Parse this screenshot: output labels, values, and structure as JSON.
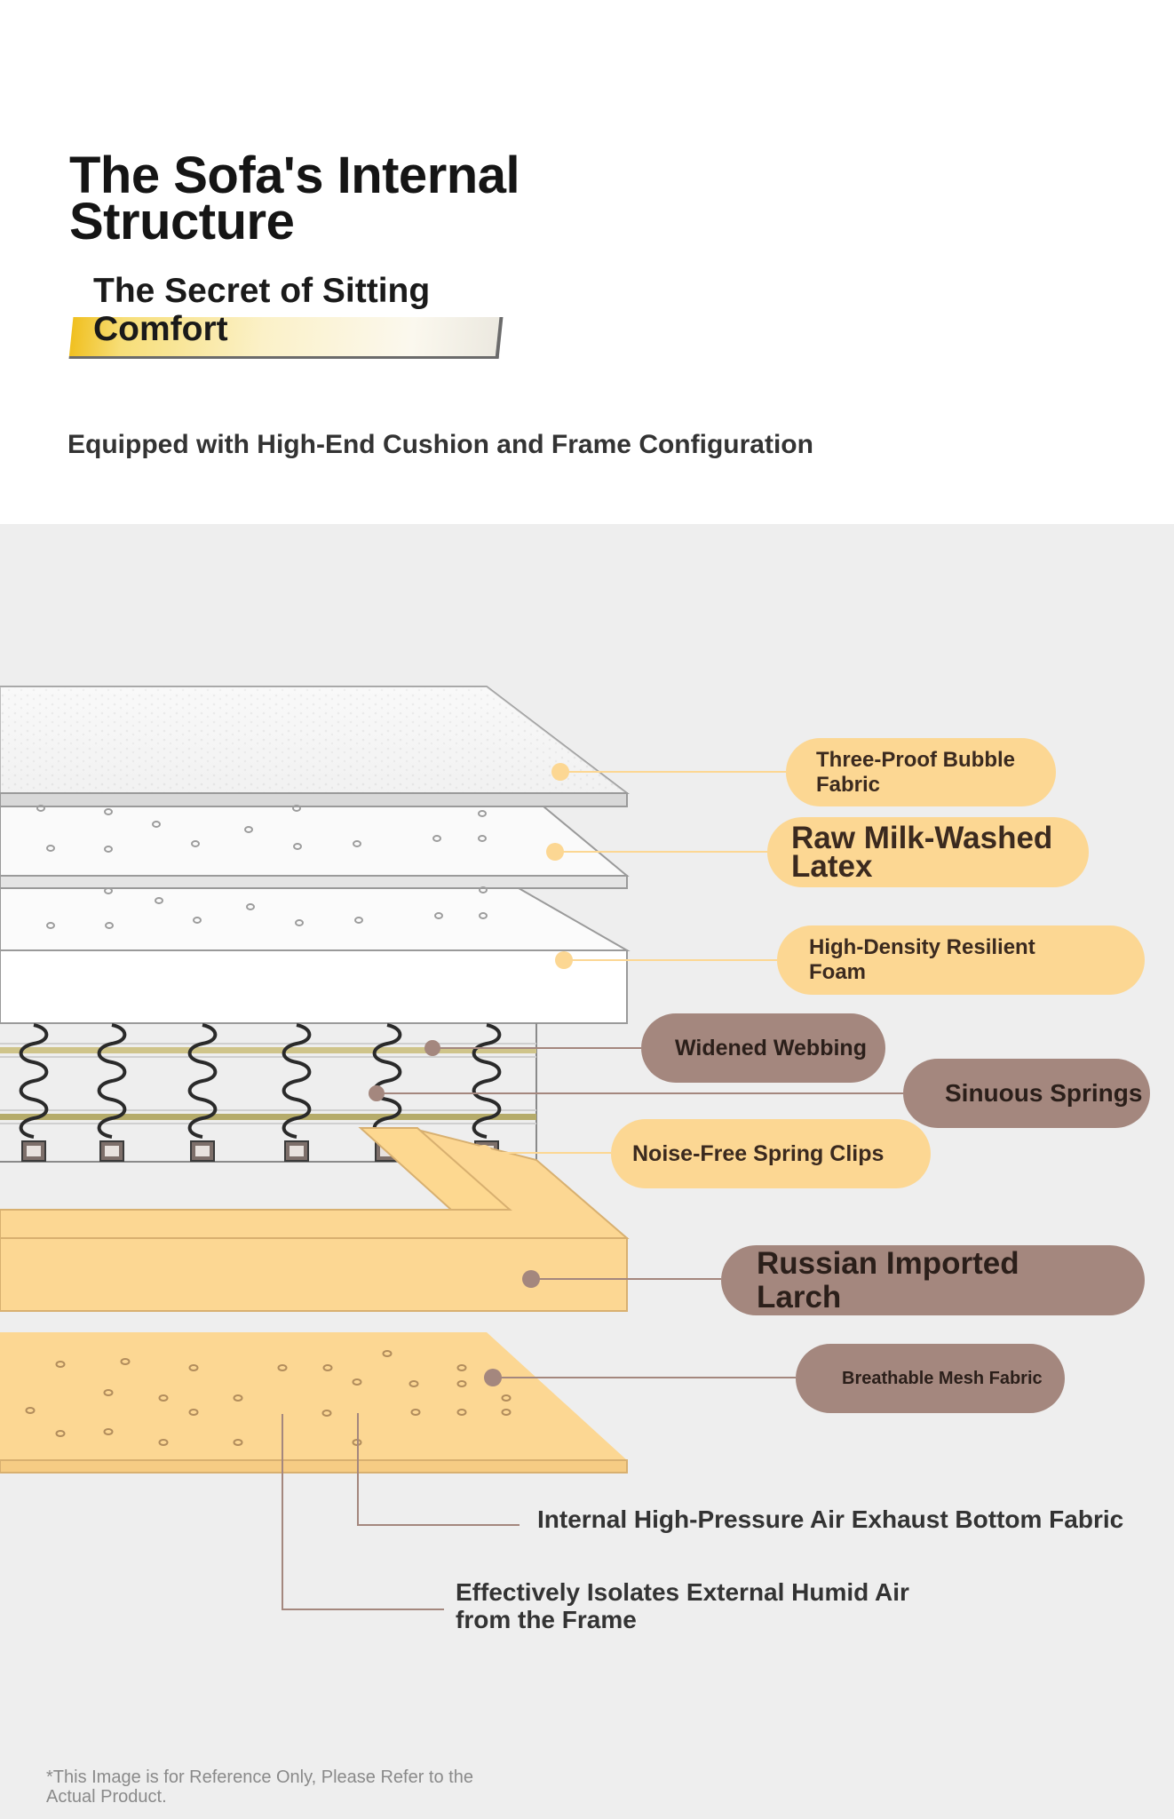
{
  "header": {
    "title": "The Sofa's Internal Structure",
    "subtitle": "The Secret of Sitting Comfort",
    "tagline": "Equipped with High-End Cushion and Frame Configuration"
  },
  "colors": {
    "layer_orange": "#fcd793",
    "pill_light": "#fcd793",
    "pill_dark": "#a4877e",
    "background_gray": "#eeeeee",
    "accent_yellow": "#f0c020"
  },
  "labels": {
    "three_proof": "Three-Proof Bubble Fabric",
    "latex": "Raw Milk-Washed Latex",
    "foam": "High-Density Resilient Foam",
    "webbing": "Widened Webbing",
    "springs": "Sinuous Springs",
    "clips": "Noise-Free Spring Clips",
    "larch": "Russian Imported Larch",
    "mesh": "Breathable Mesh Fabric",
    "exhaust": "Internal High-Pressure Air Exhaust Bottom Fabric",
    "isolates": "Effectively Isolates External Humid Air from the Frame"
  },
  "disclaimer": "*This Image is for Reference Only, Please Refer to the Actual Product."
}
